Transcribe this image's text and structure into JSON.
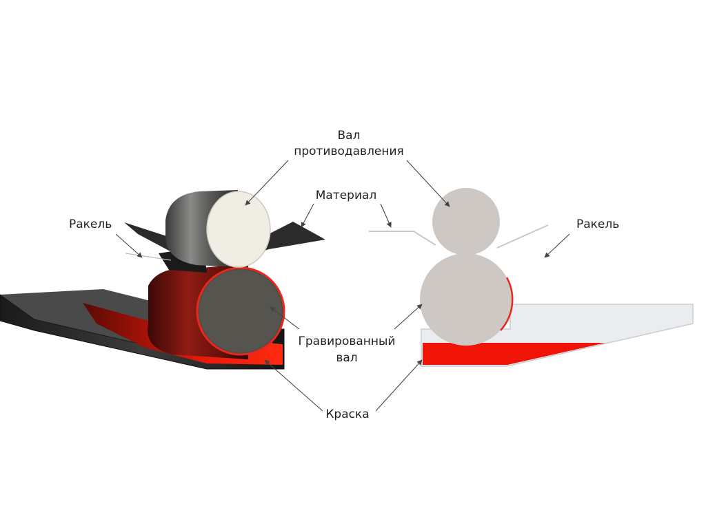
{
  "labels": {
    "impression_roller": {
      "line1": "Вал",
      "line2": "противодавления"
    },
    "material": "Материал",
    "doctor_blade_left": "Ракель",
    "doctor_blade_right": "Ракель",
    "engraved_roller": {
      "line1": "Гравированный",
      "line2": "вал"
    },
    "ink": "Краска"
  },
  "colors": {
    "ink": "#f01408",
    "label_text": "#222222",
    "leader_line": "#444444"
  }
}
